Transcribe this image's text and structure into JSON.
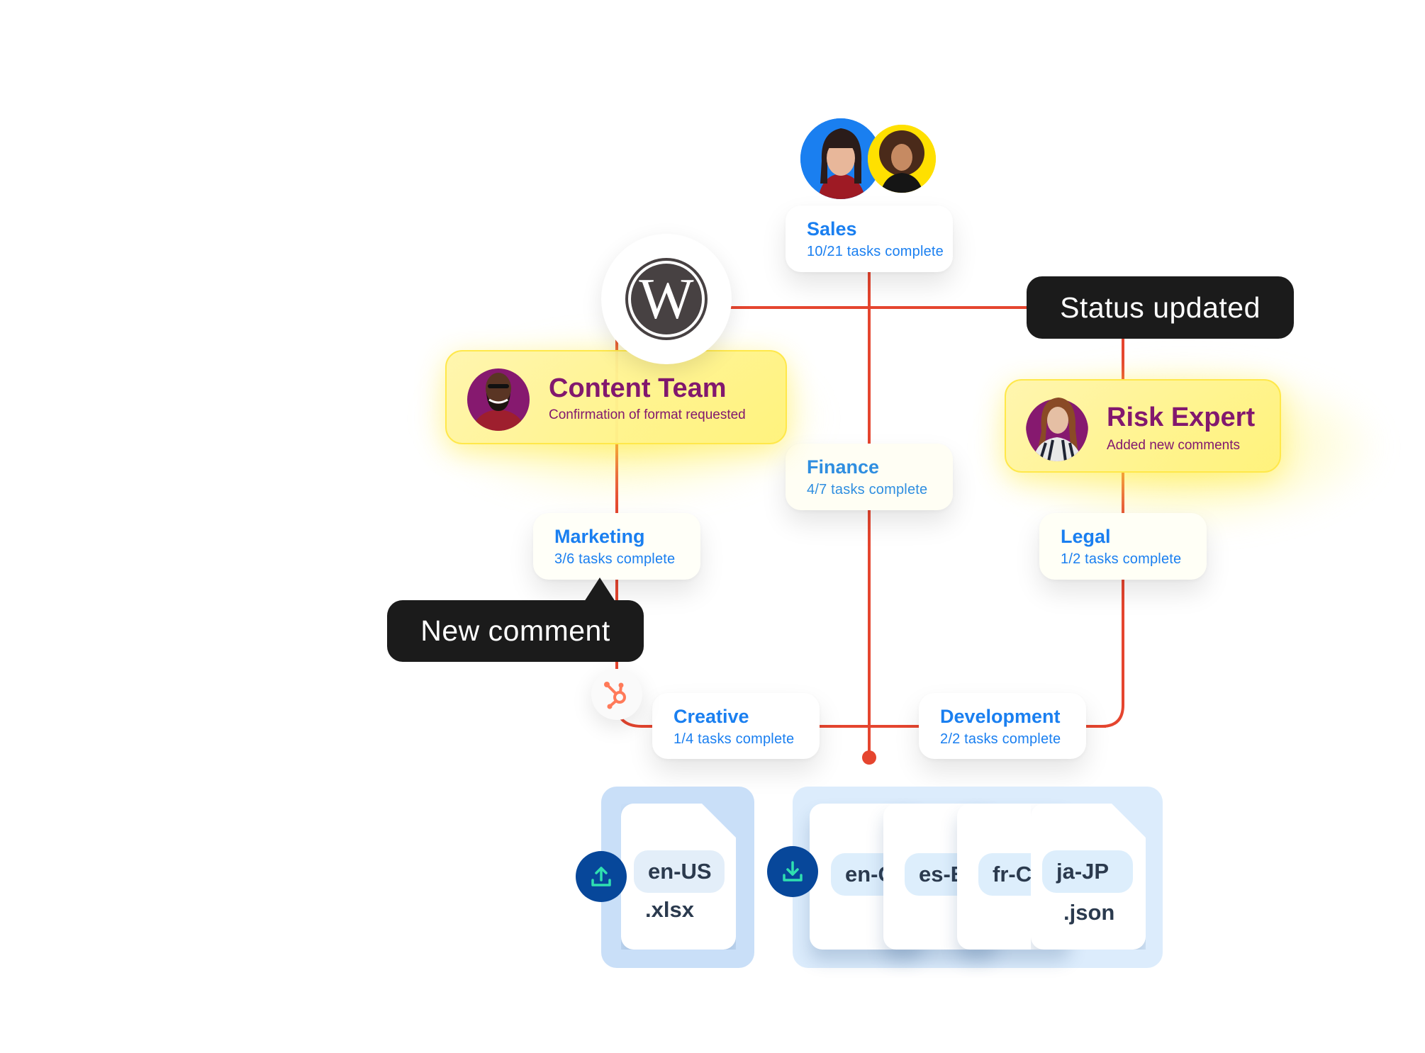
{
  "colors": {
    "connector": "#e5452f",
    "task_text": "#1a7ff0",
    "person_text": "#82186e",
    "bubble_bg": "#1b1b1b",
    "highlight": "#fff27a",
    "io_button": "#07479a",
    "io_glyph": "#2fe0b0",
    "file_text": "#2b3a4e"
  },
  "icons": {
    "wordpress": "wordpress-logo-icon",
    "hubspot": "hubspot-logo-icon",
    "upload": "upload-icon",
    "download": "download-icon"
  },
  "teams": {
    "sales": {
      "title": "Sales",
      "progress": "10/21 tasks complete",
      "completed": 10,
      "total": 21
    },
    "finance": {
      "title": "Finance",
      "progress": "4/7 tasks complete",
      "completed": 4,
      "total": 7
    },
    "marketing": {
      "title": "Marketing",
      "progress": "3/6 tasks complete",
      "completed": 3,
      "total": 6
    },
    "legal": {
      "title": "Legal",
      "progress": "1/2 tasks complete",
      "completed": 1,
      "total": 2
    },
    "creative": {
      "title": "Creative",
      "progress": "1/4 tasks complete",
      "completed": 1,
      "total": 4
    },
    "development": {
      "title": "Development",
      "progress": "2/2 tasks complete",
      "completed": 2,
      "total": 2
    }
  },
  "people": {
    "content_team": {
      "title": "Content Team",
      "subtitle": "Confirmation of format requested"
    },
    "risk_expert": {
      "title": "Risk Expert",
      "subtitle": "Added new comments"
    }
  },
  "notifications": {
    "status": "Status updated",
    "comment": "New comment"
  },
  "files": {
    "source": {
      "lang": "en-US",
      "ext": ".xlsx"
    },
    "targets": [
      {
        "lang": "en-GB"
      },
      {
        "lang": "es-ES"
      },
      {
        "lang": "fr-CA"
      },
      {
        "lang": "ja-JP",
        "ext": ".json"
      }
    ]
  }
}
